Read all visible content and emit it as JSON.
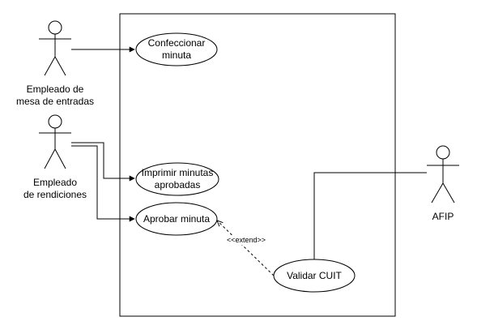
{
  "actors": {
    "empleado_mesa": {
      "label_line1": "Empleado de",
      "label_line2": "mesa de entradas"
    },
    "empleado_rendiciones": {
      "label_line1": "Empleado",
      "label_line2": "de rendiciones"
    },
    "afip": {
      "label": "AFIP"
    }
  },
  "use_cases": {
    "confeccionar": {
      "line1": "Confeccionar",
      "line2": "minuta"
    },
    "imprimir": {
      "line1": "Imprimir minutas",
      "line2": "aprobadas"
    },
    "aprobar": {
      "label": "Aprobar minuta"
    },
    "validar": {
      "label": "Validar CUIT"
    }
  },
  "relationships": {
    "extend_label": "<<extend>>"
  },
  "colors": {
    "stroke": "#000000",
    "background": "#ffffff"
  }
}
